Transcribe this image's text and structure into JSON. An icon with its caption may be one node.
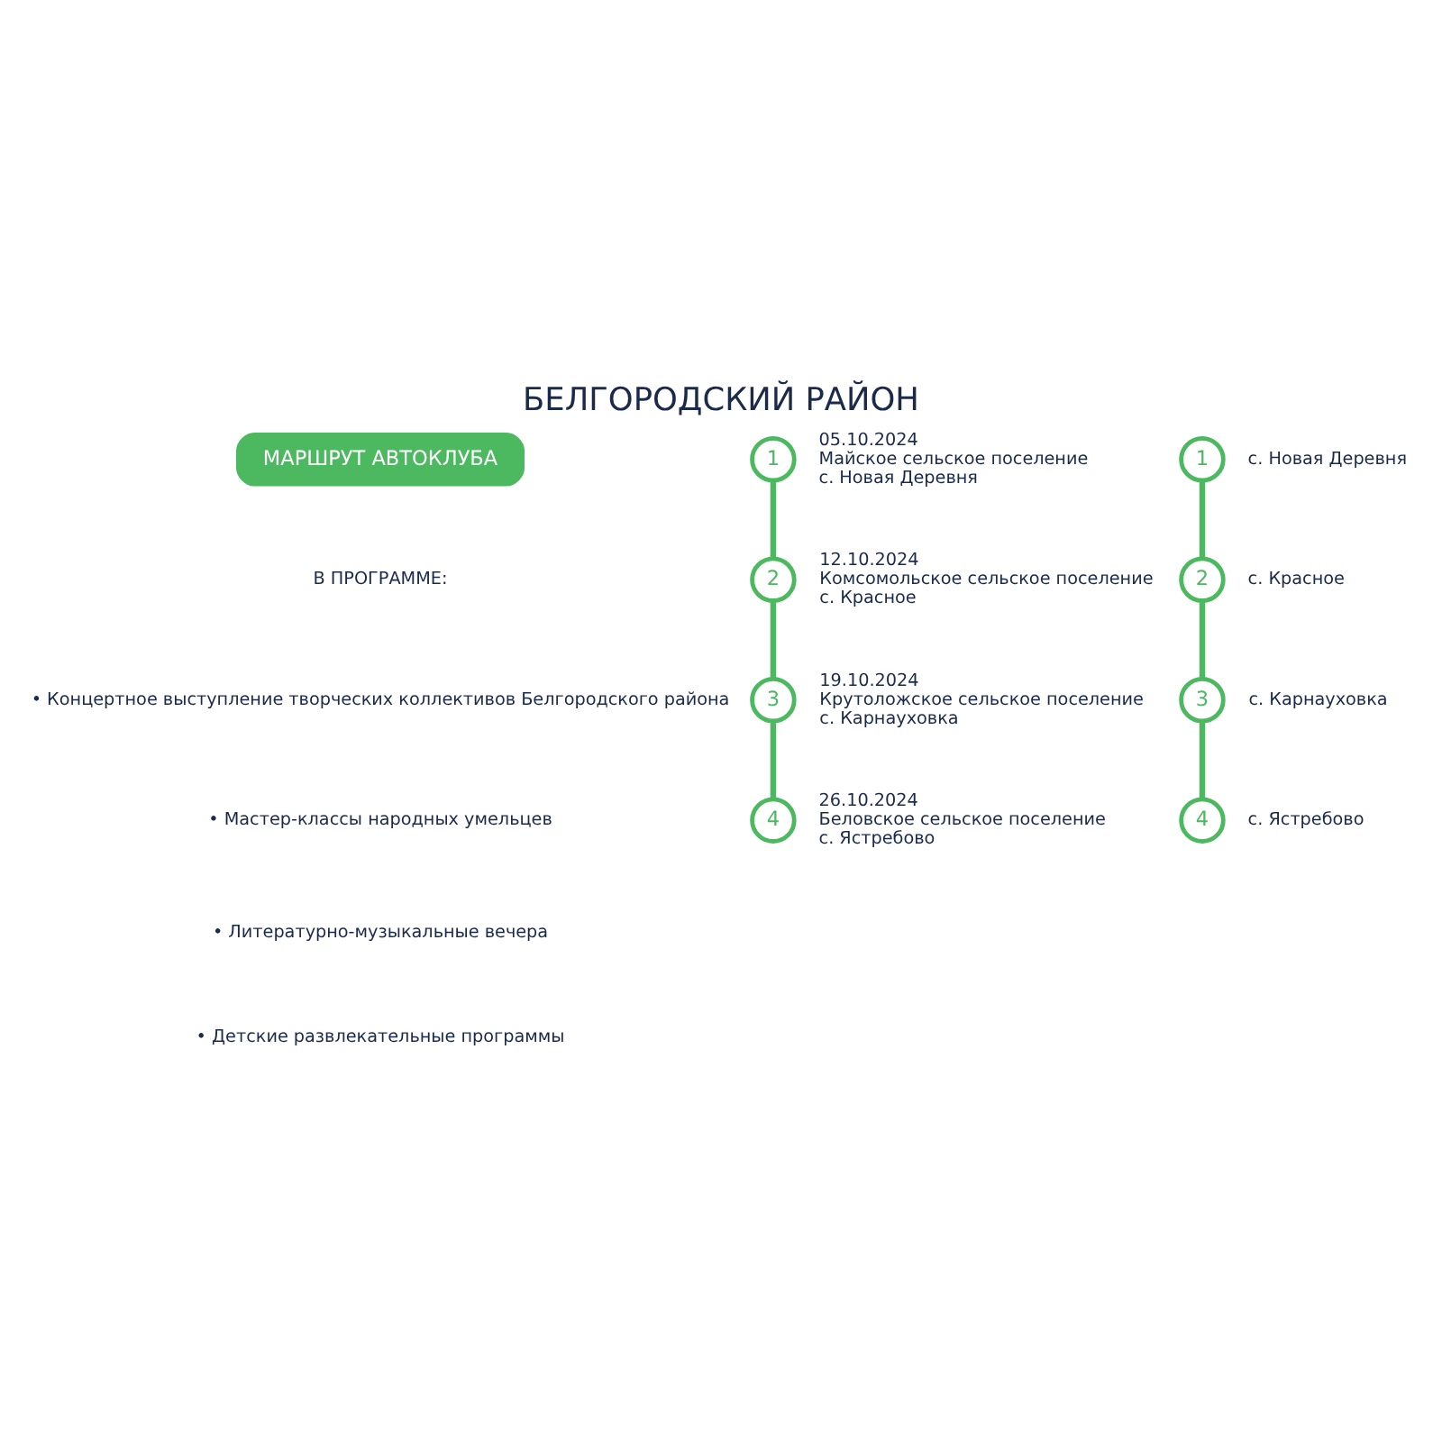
{
  "diagram": {
    "title": "БЕЛГОРОДСКИЙ РАЙОН",
    "nodes": [
      {
        "text": [
          "МАРШРУТ АВТОКЛУБА"
        ]
      },
      {
        "text": [
          "1"
        ],
        "beside": [
          "05.10.2024",
          "Майское сельское поселение",
          "с. Новая Деревня"
        ]
      },
      {
        "text": [
          "2"
        ],
        "beside": [
          "12.10.2024",
          "Комсомольское сельское поселение",
          "с. Красное"
        ]
      },
      {
        "text": [
          "3"
        ],
        "beside": [
          "19.10.2024",
          "Крутоложское сельское поселение",
          "с. Карнауховка"
        ]
      },
      {
        "text": [
          "4"
        ],
        "beside": [
          "26.10.2024",
          "Беловское сельское поселение",
          "с. Ястребово"
        ]
      },
      {
        "text": [
          "4"
        ],
        "beside": [
          "с. Ястребово"
        ]
      },
      {
        "text": [
          "2"
        ],
        "beside": [
          "с. Красное"
        ]
      },
      {
        "text": [
          "1"
        ],
        "beside": [
          "с. Новая Деревня"
        ]
      },
      {
        "text": [
          "3"
        ],
        "beside": [
          "с. Карнауховка"
        ]
      }
    ],
    "edges": [
      {
        "from": 1,
        "to": 2,
        "arrow": "none"
      },
      {
        "from": 2,
        "to": 3,
        "arrow": "none"
      },
      {
        "from": 3,
        "to": 4,
        "arrow": "none"
      },
      {
        "from": 7,
        "to": 6,
        "arrow": "none"
      },
      {
        "from": 6,
        "to": 8,
        "arrow": "none"
      },
      {
        "from": 8,
        "to": 5,
        "arrow": "none"
      }
    ],
    "labels": [
      "В ПРОГРАММЕ:",
      "• Концертное выступление творческих коллективов Белгородского района",
      "• Мастер-классы народных умельцев",
      "• Литературно-музыкальные вечера",
      "• Детские развлекательные программы"
    ]
  }
}
